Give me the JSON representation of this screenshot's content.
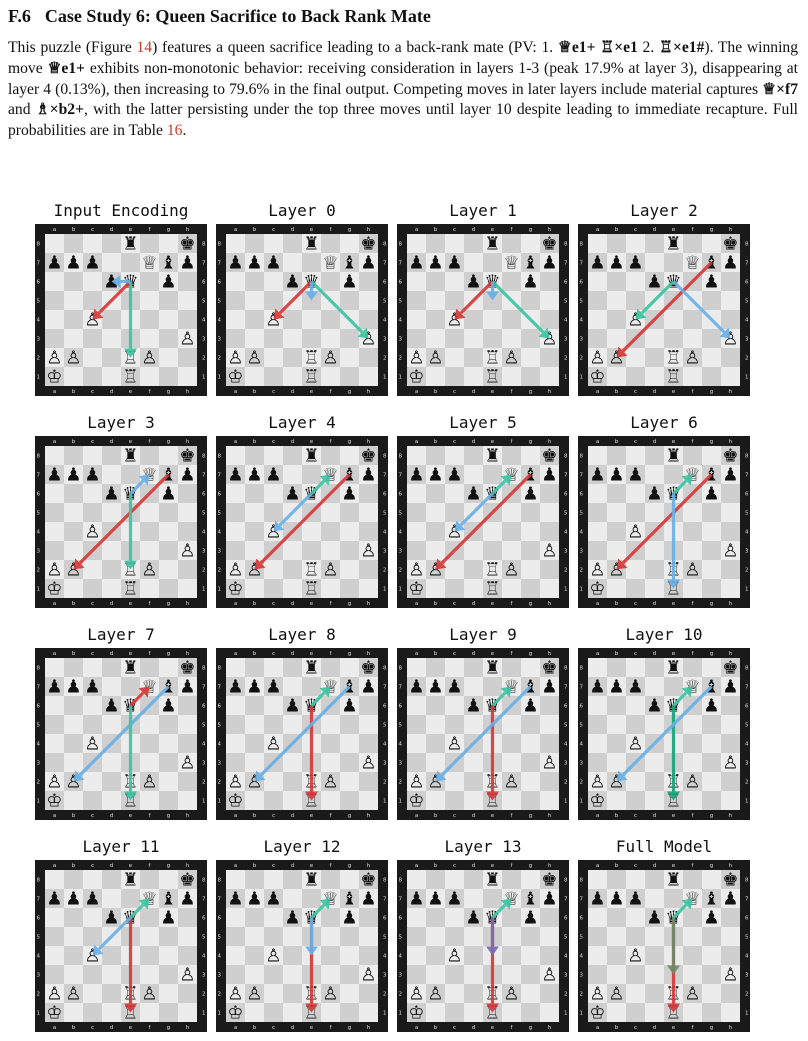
{
  "section": {
    "number": "F.6",
    "title": "Case Study 6: Queen Sacrifice to Back Rank Mate"
  },
  "paragraph": {
    "t1": "This puzzle (Figure ",
    "fig_ref": "14",
    "t2": ") features a queen sacrifice leading to a back-rank mate (PV: 1. ",
    "m1": "♕e1+",
    "t3": " ",
    "m2": "♖×e1",
    "t4": " 2. ",
    "m3": "♖×e1#",
    "t5": "). The winning move ",
    "m4": "♕e1+",
    "t6": " exhibits non-monotonic behavior: receiving consideration in layers 1-3 (peak 17.9% at layer 3), disappearing at layer 4 (0.13%), then increasing to 79.6% in the final output. Competing moves in later layers include material captures ",
    "m5": "♕×f7",
    "t7": " and ",
    "m6": "♗×b2+",
    "t8": ", with the latter persisting under the top three moves until layer 10 despite leading to immediate recapture. Full probabilities are in Table ",
    "table_ref": "16",
    "t9": "."
  },
  "board": {
    "files": [
      "a",
      "b",
      "c",
      "d",
      "e",
      "f",
      "g",
      "h"
    ],
    "ranks": [
      "8",
      "7",
      "6",
      "5",
      "4",
      "3",
      "2",
      "1"
    ],
    "light_color": "#ececec",
    "dark_color": "#cfcfcf",
    "border_color": "#1a1a1a",
    "pieces": [
      {
        "sq": "e8",
        "glyph": "♜"
      },
      {
        "sq": "h8",
        "glyph": "♚"
      },
      {
        "sq": "a7",
        "glyph": "♟"
      },
      {
        "sq": "b7",
        "glyph": "♟"
      },
      {
        "sq": "c7",
        "glyph": "♟"
      },
      {
        "sq": "f7",
        "glyph": "♕"
      },
      {
        "sq": "g7",
        "glyph": "♝"
      },
      {
        "sq": "h7",
        "glyph": "♟"
      },
      {
        "sq": "d6",
        "glyph": "♟"
      },
      {
        "sq": "e6",
        "glyph": "♛"
      },
      {
        "sq": "g6",
        "glyph": "♟"
      },
      {
        "sq": "c4",
        "glyph": "♙"
      },
      {
        "sq": "h3",
        "glyph": "♙"
      },
      {
        "sq": "a2",
        "glyph": "♙"
      },
      {
        "sq": "b2",
        "glyph": "♙"
      },
      {
        "sq": "e2",
        "glyph": "♖"
      },
      {
        "sq": "f2",
        "glyph": "♙"
      },
      {
        "sq": "a1",
        "glyph": "♔"
      },
      {
        "sq": "e1",
        "glyph": "♖"
      }
    ]
  },
  "arrow_colors": {
    "red": "#d63a3a",
    "teal": "#3cc4a2",
    "blue": "#6ab0e6",
    "green": "#1aa37a",
    "purple": "#7a6cb0",
    "olive": "#6f8a6a"
  },
  "panels": [
    {
      "title": "Input Encoding",
      "arrows": [
        {
          "from": "e6",
          "to": "c4",
          "color": "red"
        },
        {
          "from": "e6",
          "to": "e2",
          "color": "teal"
        },
        {
          "from": "e6",
          "to": "d6",
          "color": "blue"
        }
      ]
    },
    {
      "title": "Layer 0",
      "arrows": [
        {
          "from": "e6",
          "to": "c4",
          "color": "red"
        },
        {
          "from": "e6",
          "to": "h3",
          "color": "teal"
        },
        {
          "from": "e6",
          "to": "e5",
          "color": "blue"
        }
      ]
    },
    {
      "title": "Layer 1",
      "arrows": [
        {
          "from": "e6",
          "to": "c4",
          "color": "red"
        },
        {
          "from": "e6",
          "to": "h3",
          "color": "teal"
        },
        {
          "from": "e6",
          "to": "e5",
          "color": "blue"
        }
      ]
    },
    {
      "title": "Layer 2",
      "arrows": [
        {
          "from": "g7",
          "to": "b2",
          "color": "red"
        },
        {
          "from": "e6",
          "to": "c4",
          "color": "teal"
        },
        {
          "from": "e6",
          "to": "h3",
          "color": "blue"
        }
      ]
    },
    {
      "title": "Layer 3",
      "arrows": [
        {
          "from": "g7",
          "to": "b2",
          "color": "red"
        },
        {
          "from": "e6",
          "to": "e2",
          "color": "teal"
        },
        {
          "from": "e6",
          "to": "f7",
          "color": "blue"
        }
      ]
    },
    {
      "title": "Layer 4",
      "arrows": [
        {
          "from": "g7",
          "to": "b2",
          "color": "red"
        },
        {
          "from": "e6",
          "to": "c4",
          "color": "blue"
        },
        {
          "from": "e6",
          "to": "f7",
          "color": "teal"
        }
      ]
    },
    {
      "title": "Layer 5",
      "arrows": [
        {
          "from": "g7",
          "to": "b2",
          "color": "red"
        },
        {
          "from": "e6",
          "to": "c4",
          "color": "blue"
        },
        {
          "from": "e6",
          "to": "f7",
          "color": "teal"
        }
      ]
    },
    {
      "title": "Layer 6",
      "arrows": [
        {
          "from": "g7",
          "to": "b2",
          "color": "red"
        },
        {
          "from": "e6",
          "to": "f7",
          "color": "teal"
        },
        {
          "from": "e6",
          "to": "e1",
          "color": "blue"
        }
      ]
    },
    {
      "title": "Layer 7",
      "arrows": [
        {
          "from": "e6",
          "to": "f7",
          "color": "red"
        },
        {
          "from": "g7",
          "to": "b2",
          "color": "blue"
        },
        {
          "from": "e6",
          "to": "e1",
          "color": "teal"
        }
      ]
    },
    {
      "title": "Layer 8",
      "arrows": [
        {
          "from": "e6",
          "to": "e1",
          "color": "red"
        },
        {
          "from": "g7",
          "to": "b2",
          "color": "blue"
        },
        {
          "from": "e6",
          "to": "f7",
          "color": "teal"
        }
      ]
    },
    {
      "title": "Layer 9",
      "arrows": [
        {
          "from": "e6",
          "to": "e1",
          "color": "red"
        },
        {
          "from": "g7",
          "to": "b2",
          "color": "blue"
        },
        {
          "from": "e6",
          "to": "f7",
          "color": "teal"
        }
      ]
    },
    {
      "title": "Layer 10",
      "arrows": [
        {
          "from": "e6",
          "to": "e1",
          "color": "green"
        },
        {
          "from": "g7",
          "to": "b2",
          "color": "blue"
        },
        {
          "from": "e6",
          "to": "f7",
          "color": "teal"
        }
      ]
    },
    {
      "title": "Layer 11",
      "arrows": [
        {
          "from": "e6",
          "to": "e1",
          "color": "red"
        },
        {
          "from": "e6",
          "to": "c4",
          "color": "blue"
        },
        {
          "from": "e6",
          "to": "f7",
          "color": "teal"
        }
      ]
    },
    {
      "title": "Layer 12",
      "arrows": [
        {
          "from": "e6",
          "to": "e1",
          "color": "red"
        },
        {
          "from": "e6",
          "to": "e4",
          "color": "blue"
        },
        {
          "from": "e6",
          "to": "f7",
          "color": "teal"
        }
      ]
    },
    {
      "title": "Layer 13",
      "arrows": [
        {
          "from": "e6",
          "to": "e1",
          "color": "red"
        },
        {
          "from": "e6",
          "to": "e4",
          "color": "purple"
        },
        {
          "from": "e6",
          "to": "f7",
          "color": "teal"
        }
      ]
    },
    {
      "title": "Full Model",
      "arrows": [
        {
          "from": "e6",
          "to": "e1",
          "color": "red"
        },
        {
          "from": "e6",
          "to": "e3",
          "color": "olive"
        },
        {
          "from": "e6",
          "to": "f7",
          "color": "teal"
        }
      ]
    }
  ]
}
